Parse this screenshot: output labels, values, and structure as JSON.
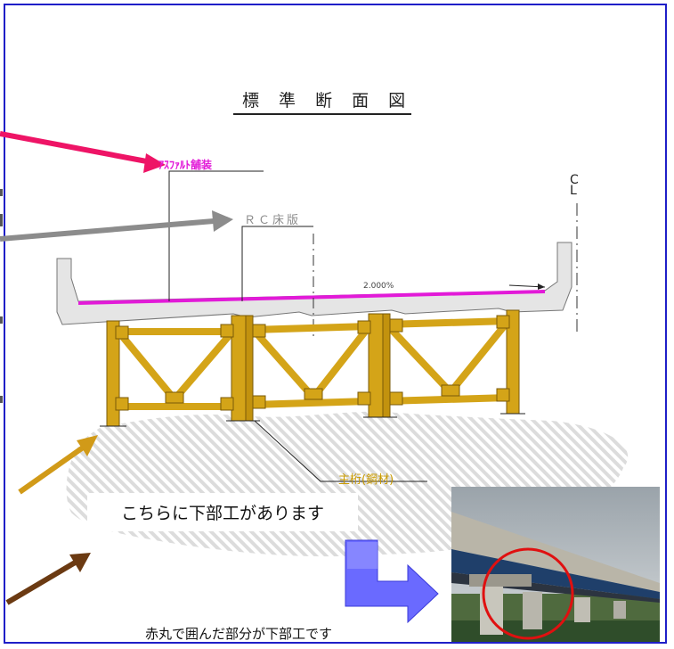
{
  "diagram": {
    "title": "標 準 断 面 図",
    "label_asphalt": "ｱｽﾌｧﾙﾄ舗装",
    "label_rc_slab": "ＲＣ床版",
    "label_main_girder": "主桁(鋼材)",
    "label_cl_top": "C",
    "label_cl_bottom": "L",
    "callout_text": "こちらに下部工があります",
    "caption_text": "赤丸で囲んだ部分が下部工です"
  },
  "colors": {
    "frame": "#1f1fc8",
    "asphalt": "#e21ad8",
    "rc_slab_arrow": "#8c8c8c",
    "steel": "#d4a418",
    "pink_arrow": "#ee1466",
    "gold_arrow": "#d19a18",
    "brown_arrow": "#6b3a12",
    "blue_arrow": "#6a6aff",
    "red_circle": "#e01010"
  },
  "photo": {
    "icon": "bridge-photo-icon"
  }
}
